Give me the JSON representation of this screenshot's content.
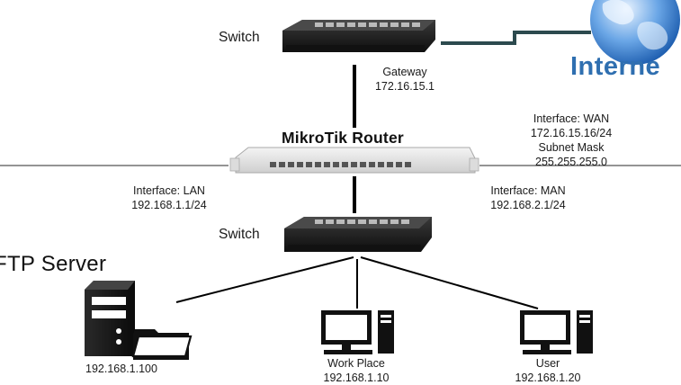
{
  "nodes": {
    "top_switch": {
      "label": "Switch"
    },
    "gateway": {
      "title": "Gateway",
      "ip": "172.16.15.1"
    },
    "internet": {
      "label": "Interne"
    },
    "router": {
      "label": "MikroTik Router"
    },
    "wan": {
      "line1": "Interface: WAN",
      "line2": "172.16.15.16/24",
      "line3": "Subnet Mask",
      "line4": "255.255.255.0"
    },
    "lan": {
      "line1": "Interface: LAN",
      "line2": "192.168.1.1/24"
    },
    "man": {
      "line1": "Interface: MAN",
      "line2": "192.168.2.1/24"
    },
    "bottom_switch": {
      "label": "Switch"
    },
    "ftp_server": {
      "label": "FTP Server",
      "ip": "192.168.1.100"
    },
    "work_place": {
      "label": "Work Place",
      "ip": "192.168.1.10"
    },
    "user": {
      "label": "User",
      "ip": "192.168.1.20"
    }
  },
  "colors": {
    "line": "#000000",
    "switch_body": "#1e1e1e",
    "router_body": "#e6e6e6",
    "globe": "#3a7cc7",
    "internet_text": "#2f6fb0"
  },
  "icons": {
    "switch": "network-switch-icon",
    "router": "rack-router-icon",
    "globe": "globe-icon",
    "server": "server-tower-icon",
    "folder": "folder-icon",
    "workstation": "desktop-computer-icon"
  }
}
